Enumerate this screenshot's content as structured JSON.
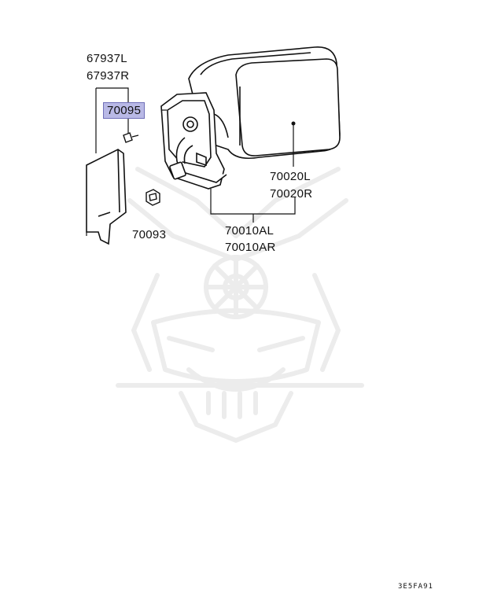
{
  "labels": {
    "cover_left": "67937L",
    "cover_right": "67937R",
    "screw": "70095",
    "glass_left": "70020L",
    "glass_right": "70020R",
    "nut": "70093",
    "mirror_left": "70010AL",
    "mirror_right": "70010AR"
  },
  "highlight": {
    "part": "70095",
    "color": "#b9b9e6"
  },
  "diagram_code": "3E5FA91"
}
